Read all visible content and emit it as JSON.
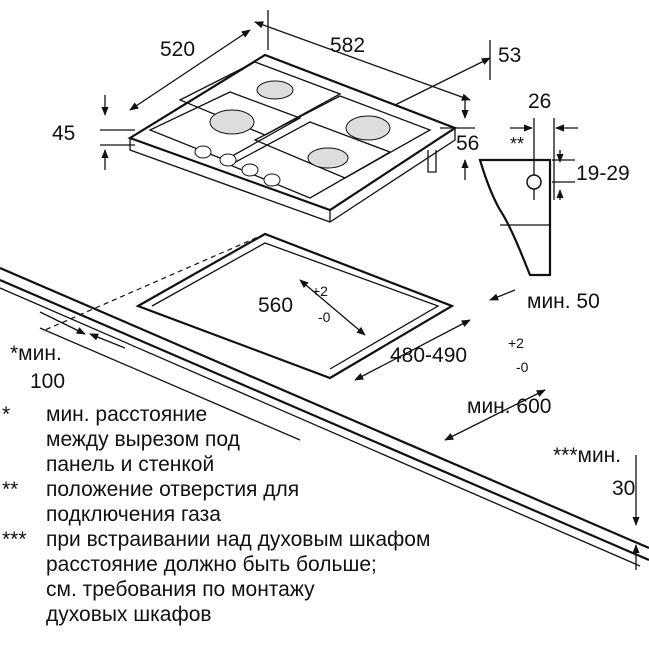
{
  "dimensions": {
    "hob_depth": "520",
    "hob_width": "582",
    "edge_offset": "53",
    "hob_height": "45",
    "side_56": "56",
    "inlet_26": "26",
    "inlet_stars": "**",
    "inlet_height": "19-29",
    "cutout_width_main": "560",
    "cutout_width_plus": "+2",
    "cutout_width_minus": "-0",
    "cutout_depth_main": "480-490",
    "cutout_depth_plus": "+2",
    "cutout_depth_minus": "-0",
    "min_50": "мин. 50",
    "min_600": "мин. 600",
    "min_100_a": "*мин.",
    "min_100_b": "100",
    "min_30_a": "***мин.",
    "min_30_b": "30"
  },
  "legend": [
    {
      "mark": "*",
      "lines": [
        "мин. расстояние",
        "между вырезом под",
        "панель и стенкой"
      ]
    },
    {
      "mark": "**",
      "lines": [
        "положение отверстия для",
        "подключения газа"
      ]
    },
    {
      "mark": "***",
      "lines": [
        "при встраивании над духовым шкафом",
        "расстояние должно быть больше;",
        "см. требования по монтажу",
        "духовых шкафов"
      ]
    }
  ]
}
